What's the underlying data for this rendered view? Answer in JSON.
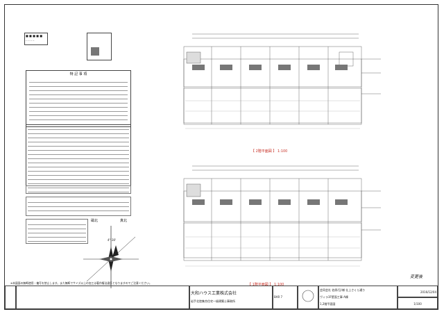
{
  "company": {
    "name": "大和ハウス工業株式会社",
    "branch": "岩手北陸集合住宅一級建築士事務所"
  },
  "project": {
    "title": "会同会社 佐原/日/様 仕上さくら通り",
    "subtitle": "ヴィラ3F壁面工事 A棟",
    "drawing_name": "1,2階平面図",
    "date": "2016/12/04",
    "scale": "1/100",
    "sheet_no": "BAR 7"
  },
  "plans": {
    "upper_title": "【 2階平面図 】 1:100",
    "lower_title": "【 1階平面図 】 1:100"
  },
  "compass": {
    "north": "磁北",
    "true_north": "真北",
    "angle": "4°-30'"
  },
  "notes_heading": "特 記 事 項",
  "footer_note": "※本図面の無断使用・複写を禁止します。また無断でサイズ以上の加工は著作権法違反となりますのでご注意ください。",
  "handwritten": "変更後"
}
